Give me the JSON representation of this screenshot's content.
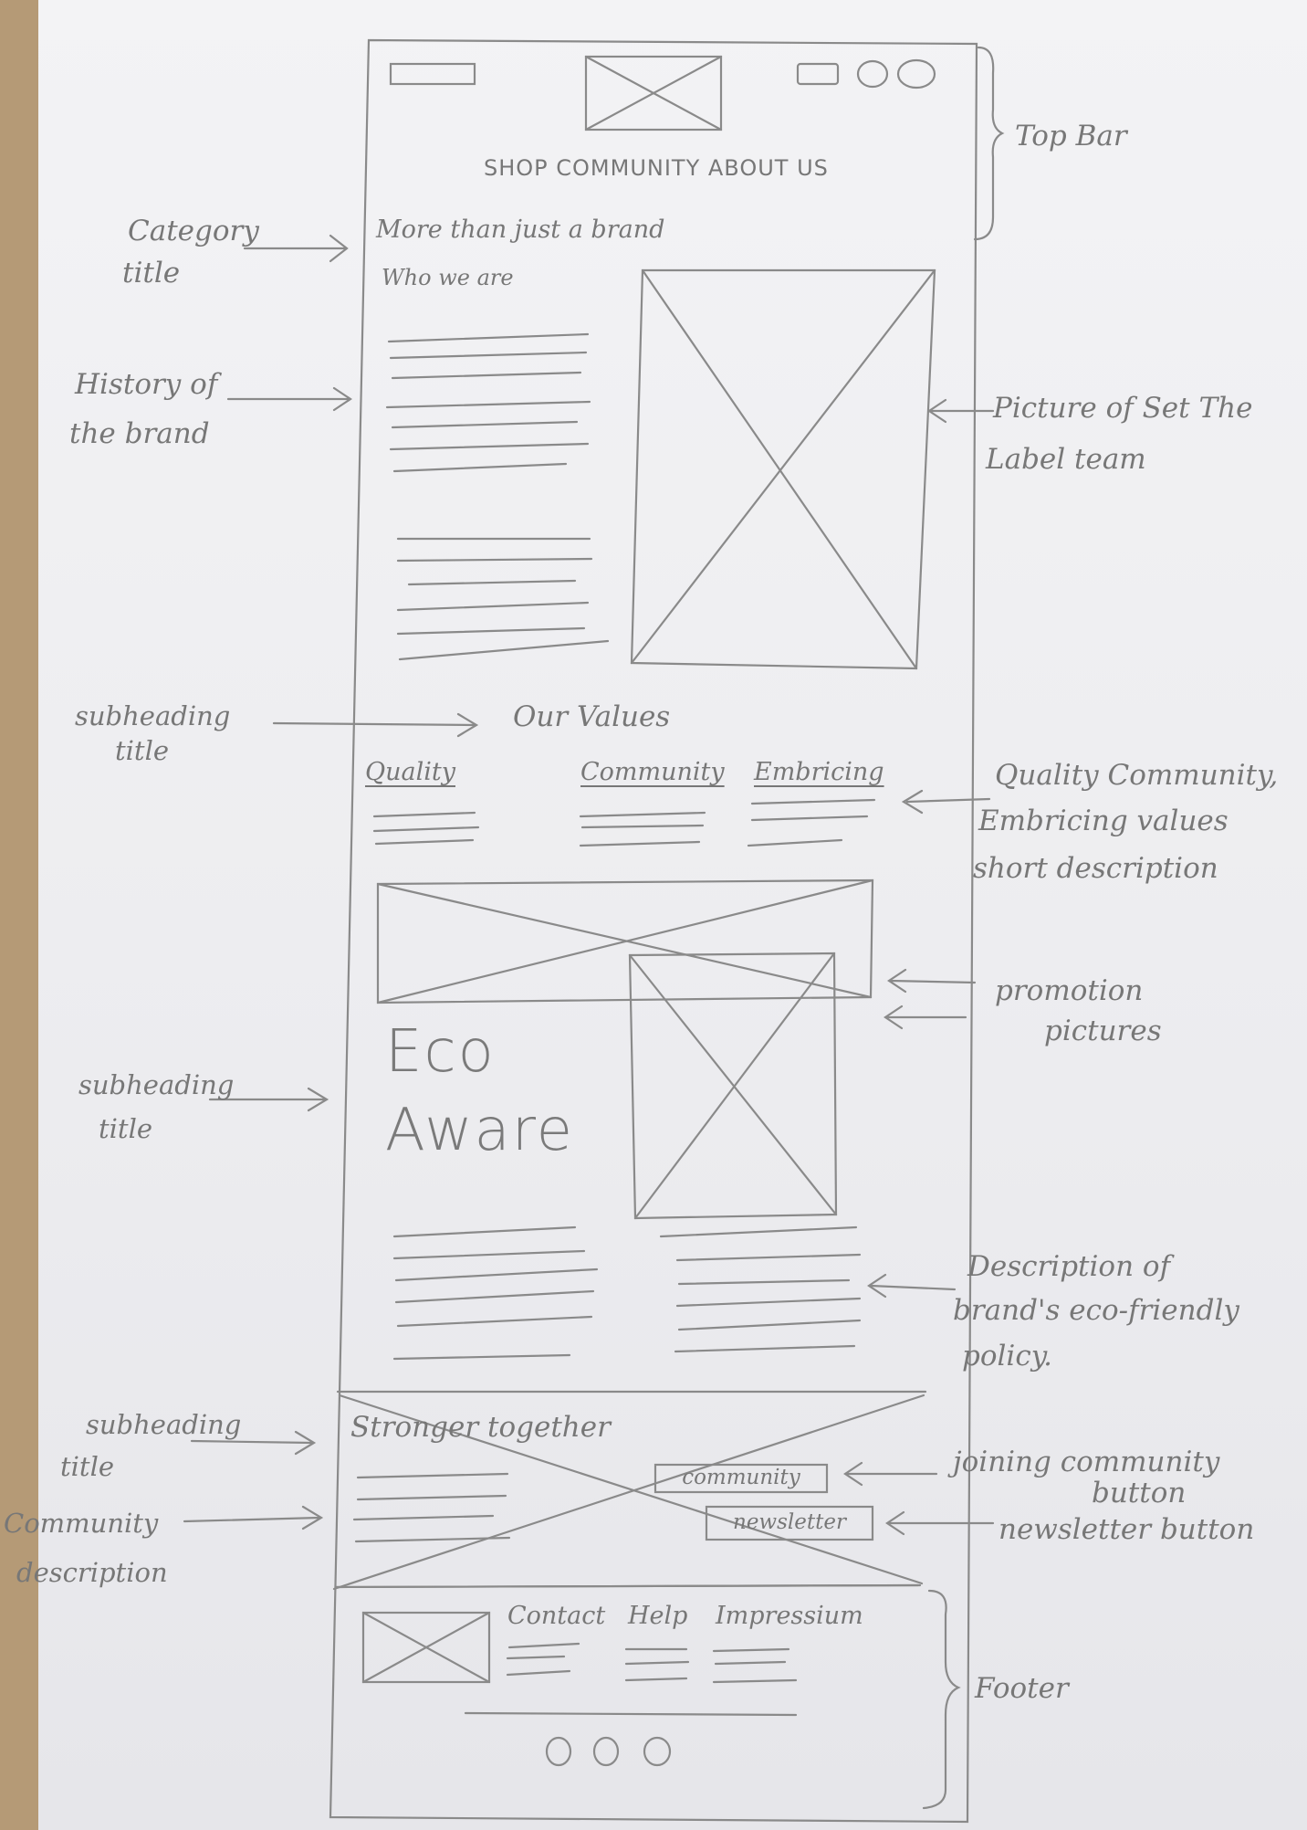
{
  "frame": {
    "nav": "SHOP COMMUNITY ABOUT US",
    "category_title": "More than just a brand",
    "category_subtitle": "Who we are",
    "values_heading": "Our Values",
    "values": [
      "Quality",
      "Community",
      "Embricing"
    ],
    "eco_heading_line1": "Eco",
    "eco_heading_line2": "Aware",
    "community_heading": "Stronger together",
    "community_button": "community",
    "newsletter_button": "newsletter",
    "footer_links": [
      "Contact",
      "Help",
      "Impressium"
    ]
  },
  "annotations": {
    "top_bar": "Top Bar",
    "category_title": [
      "Category",
      "title"
    ],
    "history": [
      "History of",
      "the brand"
    ],
    "team_picture": [
      "Picture of Set The",
      "Label team"
    ],
    "subheading_1": [
      "subheading",
      "title"
    ],
    "values_desc": [
      "Quality Community,",
      "Embricing values",
      "short description"
    ],
    "promotion": [
      "promotion",
      "pictures"
    ],
    "subheading_2": [
      "subheading",
      "title"
    ],
    "eco_desc": [
      "Description of",
      "brand's eco-friendly",
      "policy."
    ],
    "subheading_3": [
      "subheading",
      "title"
    ],
    "community_desc": [
      "Community",
      "description"
    ],
    "join_button": [
      "joining community",
      "button"
    ],
    "newsletter_button": "newsletter button",
    "footer": "Footer"
  }
}
